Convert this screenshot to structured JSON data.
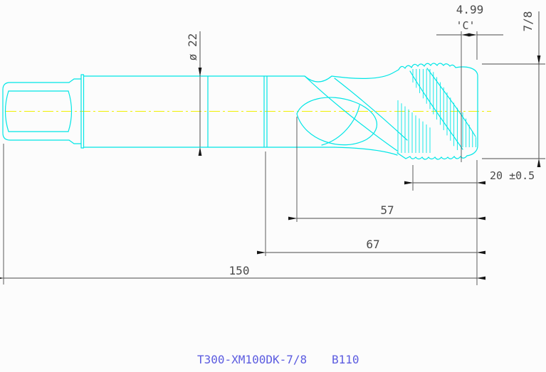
{
  "title_block": {
    "part_number": "T300-XM100DK-7/8",
    "code": "B110"
  },
  "dimensions": {
    "tip_chamfer_value": "4.99",
    "tip_chamfer_ref": "'C'",
    "thread_size": "7/8",
    "shank_diameter": "ø 22",
    "thread_length": "20 ±0.5",
    "gash_length": "57",
    "flute_length": "67",
    "overall_length": "150"
  },
  "colors": {
    "geometry_cyan": "#00e6e6",
    "centerline_yellow": "#f0f000",
    "dimension_gray": "#4a4a4a",
    "title_blue": "#5c5ce0"
  }
}
